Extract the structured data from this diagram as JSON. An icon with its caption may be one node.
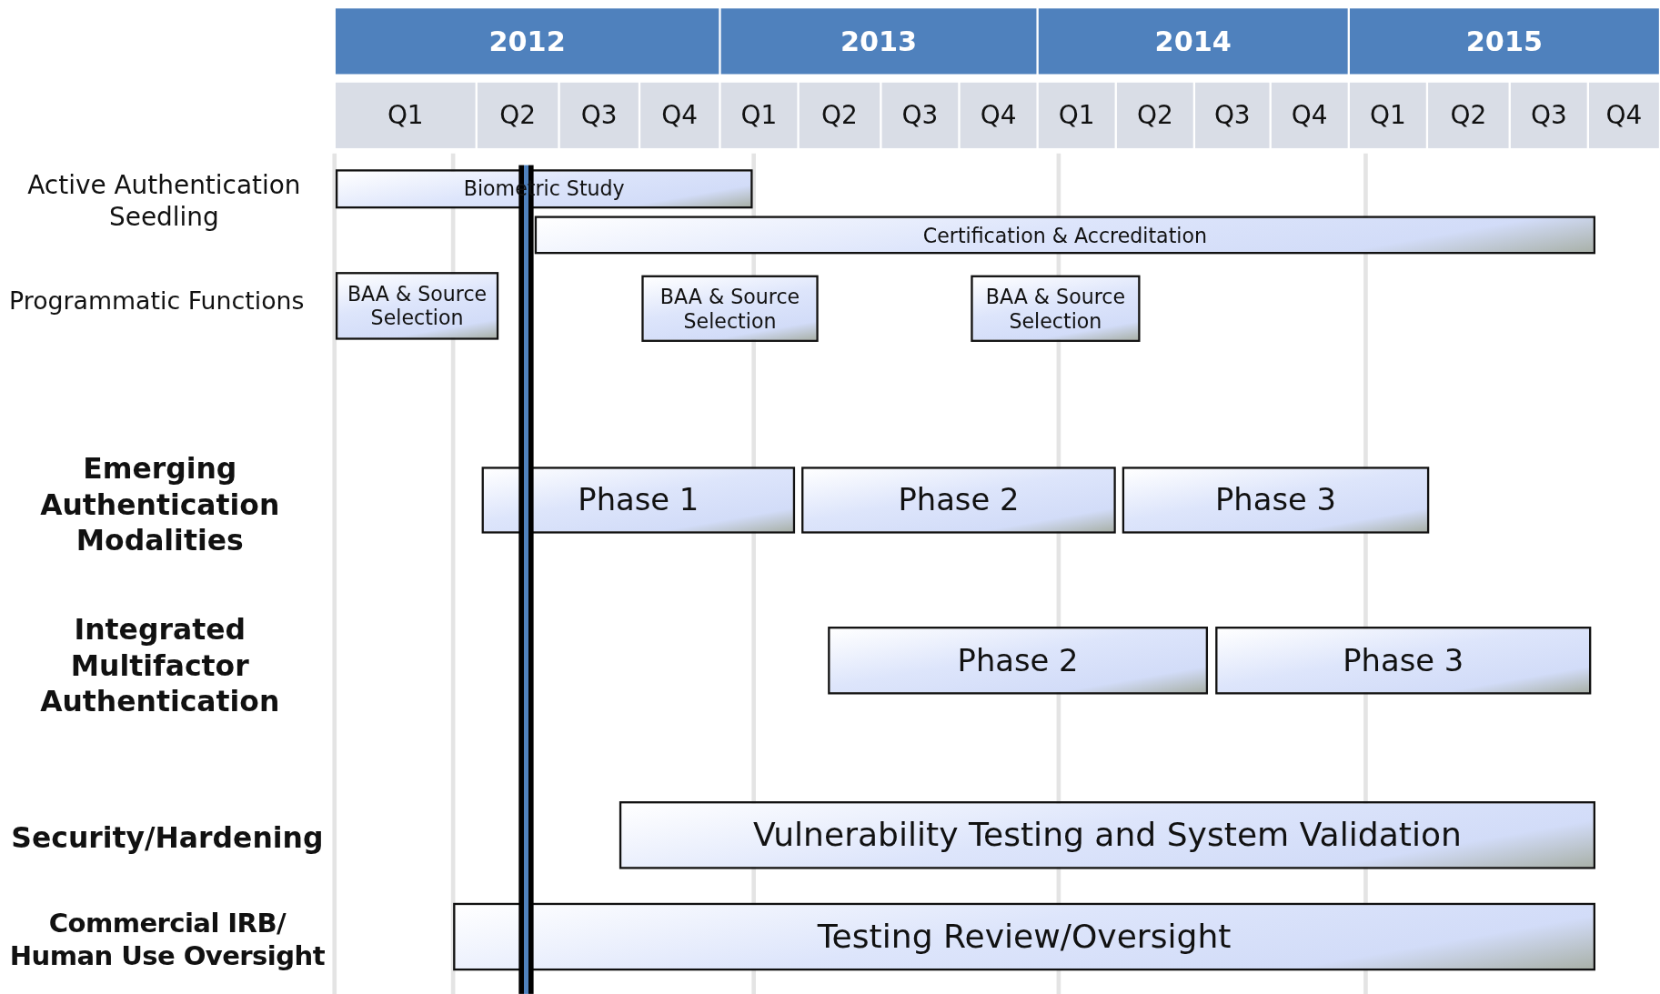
{
  "diagram": {
    "nodes": [
      {
        "text": [
          "2012"
        ]
      },
      {
        "text": [
          "2013"
        ]
      },
      {
        "text": [
          "2014"
        ]
      },
      {
        "text": [
          "2015"
        ]
      },
      {
        "text": [
          "Q1"
        ]
      },
      {
        "text": [
          "Q2"
        ]
      },
      {
        "text": [
          "Q3"
        ]
      },
      {
        "text": [
          "Q4"
        ]
      },
      {
        "text": [
          "Q1"
        ]
      },
      {
        "text": [
          "Q2"
        ]
      },
      {
        "text": [
          "Q3"
        ]
      },
      {
        "text": [
          "Q4"
        ]
      },
      {
        "text": [
          "Q1"
        ]
      },
      {
        "text": [
          "Q2"
        ]
      },
      {
        "text": [
          "Q3"
        ]
      },
      {
        "text": [
          "Q4"
        ]
      },
      {
        "text": [
          "Q1"
        ]
      },
      {
        "text": [
          "Q2"
        ]
      },
      {
        "text": [
          "Q3"
        ]
      },
      {
        "text": [
          "Q4"
        ]
      },
      {
        "text": [
          "Biometric Study"
        ]
      },
      {
        "text": [
          "Certification & Accreditation"
        ]
      },
      {
        "text": [
          "BAA & Source Selection"
        ]
      },
      {
        "text": [
          "BAA & Source Selection"
        ]
      },
      {
        "text": [
          "BAA & Source Selection"
        ]
      },
      {
        "text": [
          "Phase 1"
        ]
      },
      {
        "text": [
          "Phase 2"
        ]
      },
      {
        "text": [
          "Phase 3"
        ]
      },
      {
        "text": [
          "Phase 2"
        ]
      },
      {
        "text": [
          "Phase 3"
        ]
      },
      {
        "text": [
          "Vulnerability Testing and System Validation"
        ]
      },
      {
        "text": [
          "Testing Review/Oversight"
        ]
      },
      {
        "text": [],
        "shape": "bar"
      }
    ],
    "labels": [
      "Active Authentication Seedling",
      "Programmatic Functions",
      "Emerging Authentication Modalities",
      "Integrated Multifactor Authentication",
      "Security/Hardening",
      "Commercial IRB/ Human Use Oversight"
    ]
  }
}
